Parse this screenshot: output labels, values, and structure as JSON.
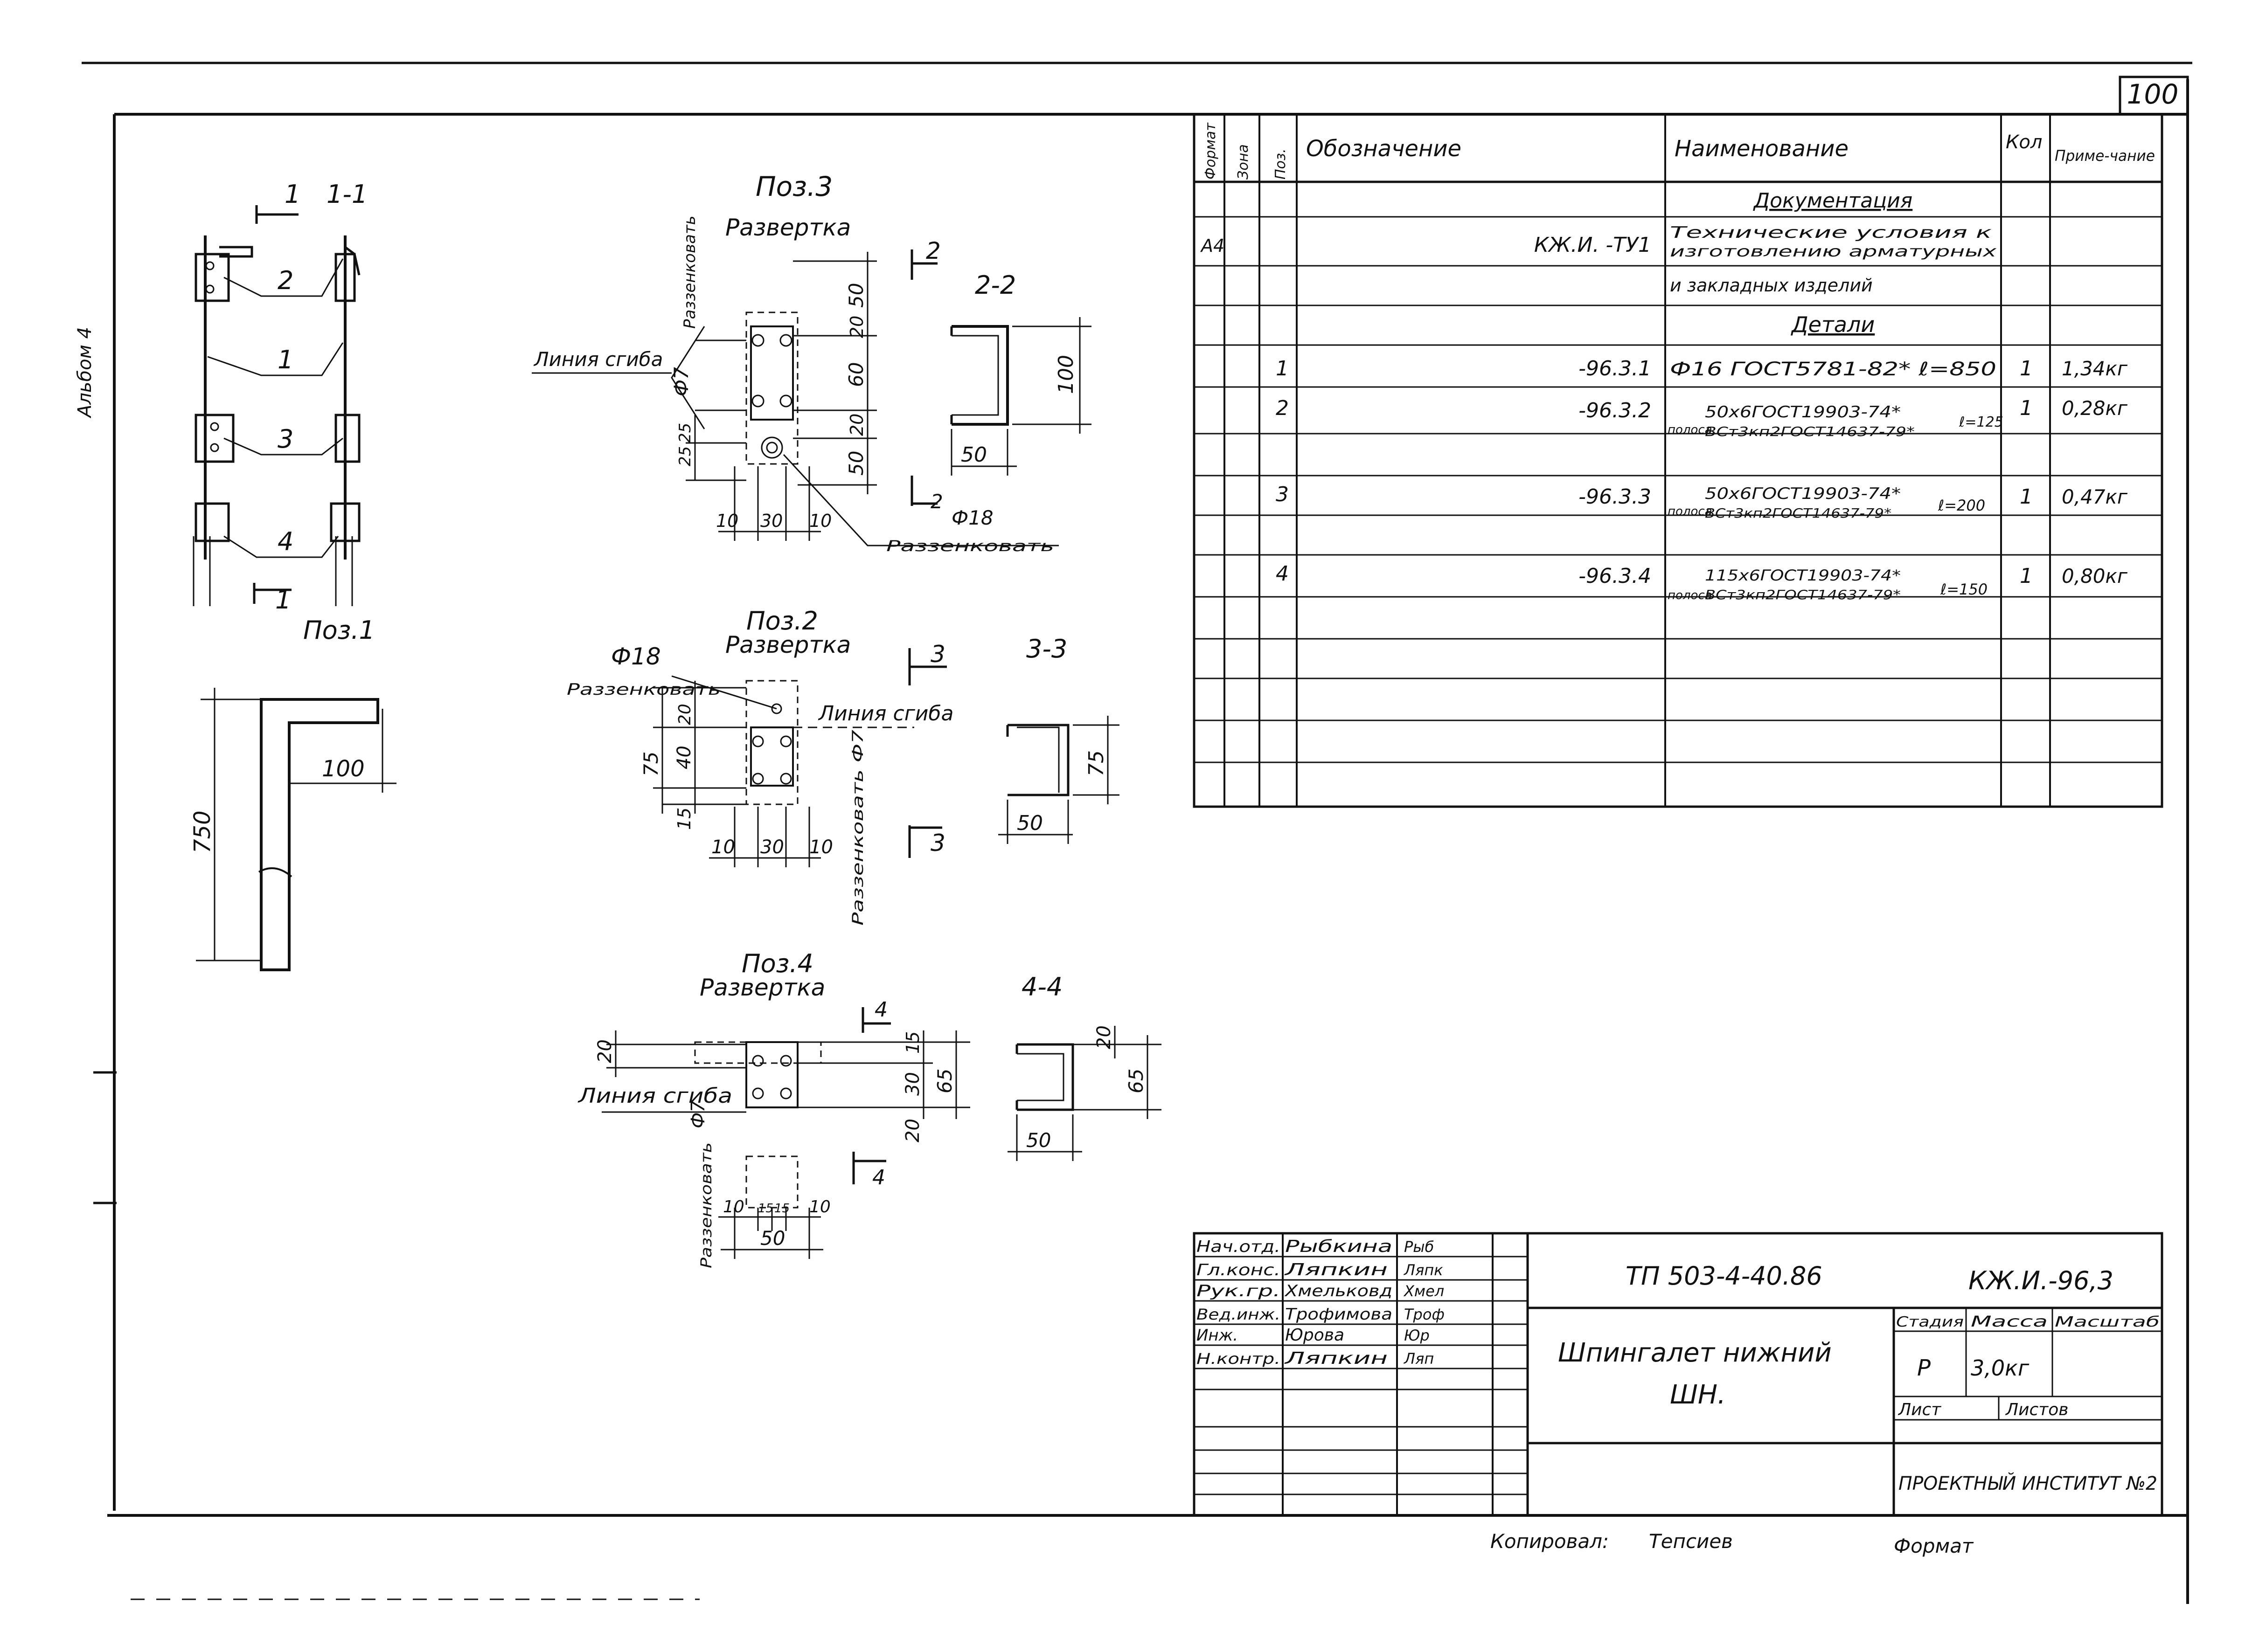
{
  "sheet": {
    "page_number": "100",
    "side_mark": "Альбом 4",
    "copied_by_label": "Копировал:",
    "copied_by_signature": "Тепсиев",
    "format_label": "Формат"
  },
  "spec_table": {
    "headers": {
      "format": "Формат",
      "zone": "Зона",
      "pos": "Поз.",
      "designation": "Обозначение",
      "name": "Наименование",
      "qty": "Кол",
      "note": "Приме-чание"
    },
    "section_docs": "Документация",
    "docs_row": {
      "format": "А4",
      "designation": "КЖ.И. -ТУ1",
      "name_line1": "Технические условия к",
      "name_line2": "изготовлению арматурных",
      "name_line3": "и закладных изделий"
    },
    "section_parts": "Детали",
    "rows": [
      {
        "pos": "1",
        "designation": "-96.3.1",
        "prefix": "",
        "top": "Ф16 ГОСТ5781-82* ℓ=850",
        "bottom": "",
        "length": "",
        "qty": "1",
        "note": "1,34кг"
      },
      {
        "pos": "2",
        "designation": "-96.3.2",
        "prefix": "полоса",
        "top": "50х6ГОСТ19903-74*",
        "bottom": "ВСт3кп2ГОСТ14637-79*",
        "length": "ℓ=125",
        "qty": "1",
        "note": "0,28кг"
      },
      {
        "pos": "3",
        "designation": "-96.3.3",
        "prefix": "полоса",
        "top": "50х6ГОСТ19903-74*",
        "bottom": "ВСт3кп2ГОСТ14637-79*",
        "length": "ℓ=200",
        "qty": "1",
        "note": "0,47кг"
      },
      {
        "pos": "4",
        "designation": "-96.3.4",
        "prefix": "полоса",
        "top": "115х6ГОСТ19903-74*",
        "bottom": "ВСт3кп2ГОСТ14637-79*",
        "length": "ℓ=150",
        "qty": "1",
        "note": "0,80кг"
      }
    ]
  },
  "title_block": {
    "people": [
      {
        "role": "Нач.отд.",
        "name": "Рыбкина",
        "sign": "Рыб"
      },
      {
        "role": "Гл.конс.",
        "name": "Ляпкин",
        "sign": "Ляпк"
      },
      {
        "role": "Рук.гр.",
        "name": "Хмельковд",
        "sign": "Хмел"
      },
      {
        "role": "Вед.инж.",
        "name": "Трофимова",
        "sign": "Троф"
      },
      {
        "role": "Инж.",
        "name": "Юрова",
        "sign": "Юр"
      },
      {
        "role": "Н.контр.",
        "name": "Ляпкин",
        "sign": "Ляп"
      }
    ],
    "project_code": "ТП 503-4-40.86",
    "doc_code": "КЖ.И.-96,3",
    "title_line1": "Шпингалет нижний",
    "title_line2": "ШН.",
    "stage_label": "Стадия",
    "mass_label": "Масса",
    "scale_label": "Масштаб",
    "stage": "Р",
    "mass": "3,0кг",
    "sheet_label": "Лист",
    "sheets_label": "Листов",
    "organization": "ПРОЕКТНЫЙ ИНСТИТУТ №2"
  },
  "drawings": {
    "assembly": {
      "section_mark_top": "1",
      "section_title": "1-1",
      "section_mark_bottom": "1",
      "callouts": [
        "2",
        "1",
        "3",
        "4"
      ]
    },
    "pos1": {
      "title": "Поз.1",
      "dim_length": "750",
      "dim_hook": "100"
    },
    "pos3": {
      "title": "Поз.3",
      "subtitle": "Развертка",
      "countersink_top": "Раззенковать",
      "bend_line": "Линия сгиба",
      "hole_dia": "Ф7",
      "hole_dia_large": "Ф18",
      "countersink_bottom": "Раззенковать",
      "dims_vertical": [
        "50",
        "20",
        "60",
        "20",
        "50"
      ],
      "dims_left": [
        "25",
        "25"
      ],
      "dims_horizontal": [
        "10",
        "30",
        "10"
      ],
      "section_mark": "2",
      "section_mark_bottom": "2",
      "section_title": "2-2",
      "section_height": "100",
      "section_width": "50"
    },
    "pos2": {
      "title": "Поз.2",
      "subtitle": "Развертка",
      "hole_dia_large": "Ф18",
      "countersink_top": "Раззенковать",
      "bend_line": "Линия сгиба",
      "countersink_side": "Раззенковать Ф7",
      "dims_vertical": [
        "20",
        "40",
        "15"
      ],
      "dim_total": "75",
      "dims_horizontal": [
        "10",
        "30",
        "10"
      ],
      "section_mark": "3",
      "section_mark_bottom": "3",
      "section_title": "3-3",
      "section_height": "75",
      "section_width": "50"
    },
    "pos4": {
      "title": "Поз.4",
      "subtitle": "Развертка",
      "bend_line": "Линия сгиба",
      "hole_dia": "Ф7",
      "countersink": "Раззенковать",
      "dims_vertical": [
        "20",
        "15",
        "30",
        "20"
      ],
      "dim_total": "65",
      "dims_horizontal": [
        "10",
        "15",
        "15",
        "10"
      ],
      "dim_width": "50",
      "section_mark": "4",
      "section_mark_bottom": "4",
      "section_title": "4-4",
      "section_dim_top": "20",
      "section_height": "65",
      "section_width": "50"
    }
  }
}
